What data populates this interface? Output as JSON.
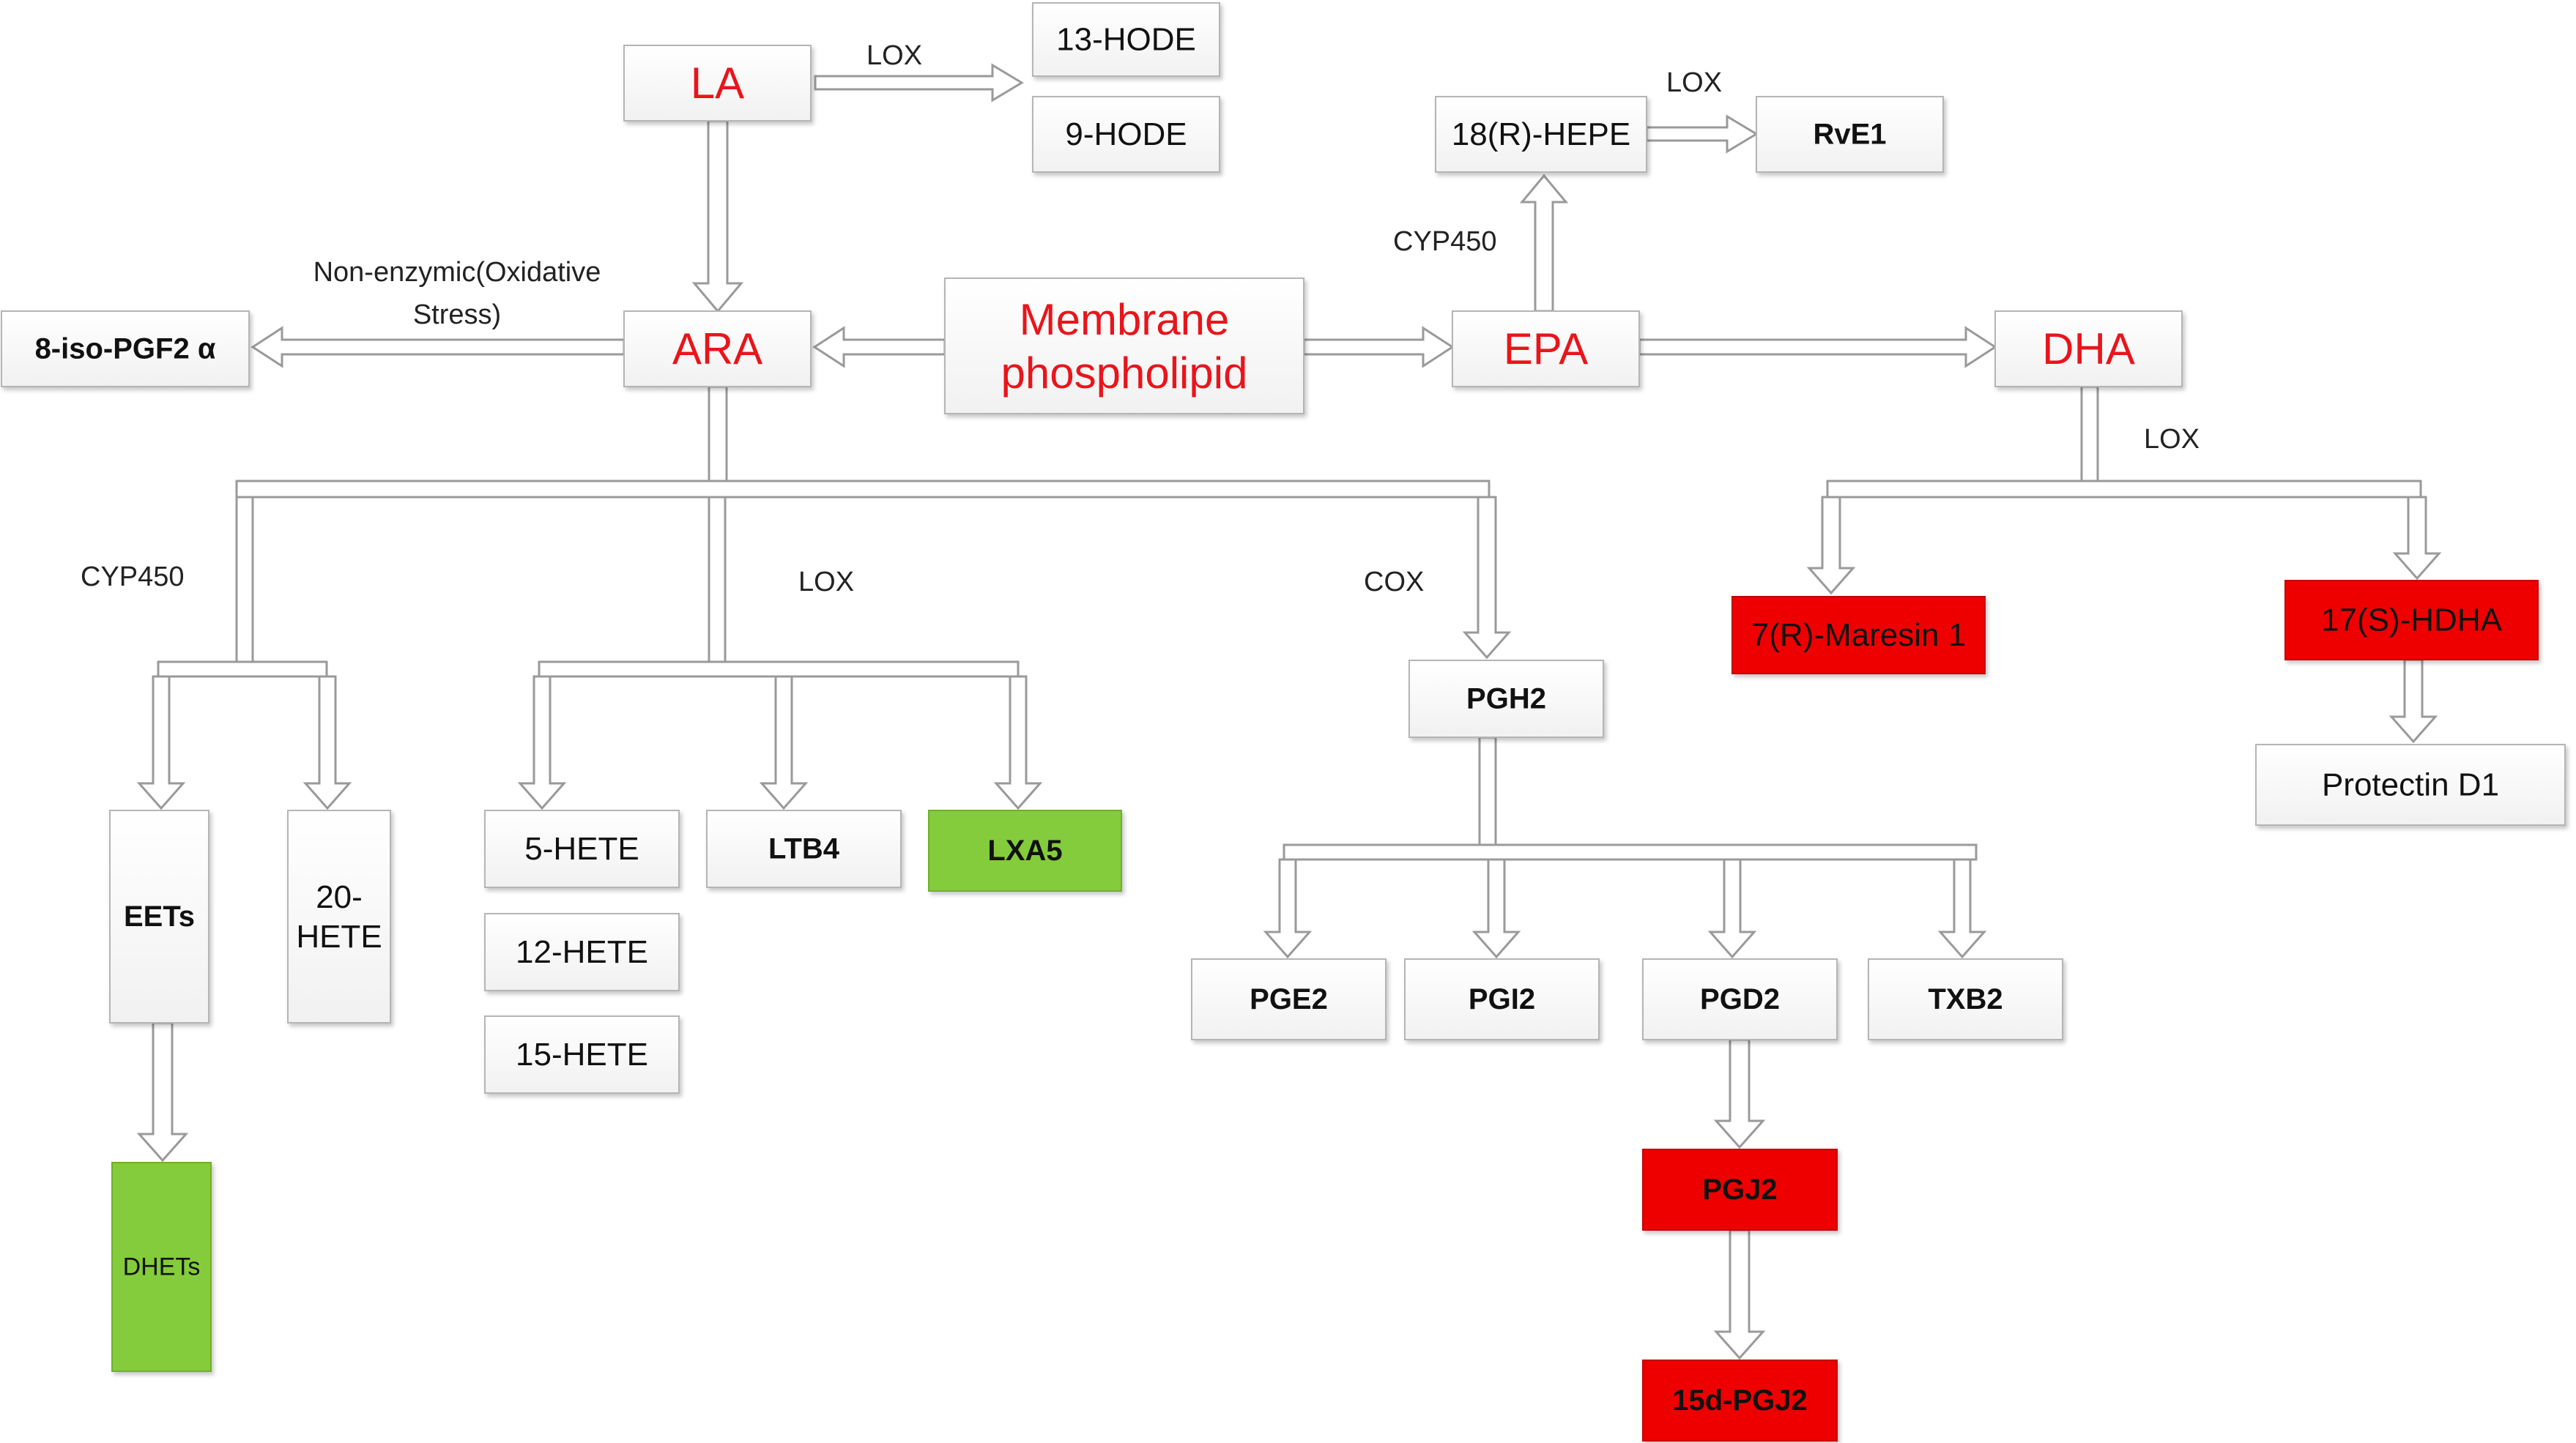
{
  "colors": {
    "red_text": "#e8151b",
    "red_fill": "#ee0000",
    "green_fill": "#84cc3a",
    "dark_text": "#111111",
    "box_stroke": "#b5b5b5",
    "connector_stroke": "#9a9a9a"
  },
  "nodes": {
    "membrane": "Membrane phospholipid",
    "la": "LA",
    "ara": "ARA",
    "epa": "EPA",
    "dha": "DHA",
    "hode13": "13-HODE",
    "hode9": "9-HODE",
    "iso_pgf2a": "8-iso-PGF2 α",
    "hepe18r": "18(R)-HEPE",
    "rve1": "RvE1",
    "maresin": "7(R)-Maresin 1",
    "hdha17s": "17(S)-HDHA",
    "protectin": "Protectin D1",
    "pgh2": "PGH2",
    "eets": "EETs",
    "hete20": "20-HETE",
    "hete5": "5-HETE",
    "ltb4": "LTB4",
    "lxa5": "LXA5",
    "hete12": "12-HETE",
    "hete15": "15-HETE",
    "pge2": "PGE2",
    "pgi2": "PGI2",
    "pgd2": "PGD2",
    "txb2": "TXB2",
    "dhets": "DHETs",
    "pgj2": "PGJ2",
    "pgj2_15d": "15d-PGJ2"
  },
  "labels": {
    "lox_la": "LOX",
    "non_enzymic": "Non-enzymic(Oxidative Stress)",
    "lox_hepe": "LOX",
    "cyp450_epa": "CYP450",
    "lox_dha": "LOX",
    "cyp450_ara": "CYP450",
    "lox_ara": "LOX",
    "cox_ara": "COX"
  }
}
